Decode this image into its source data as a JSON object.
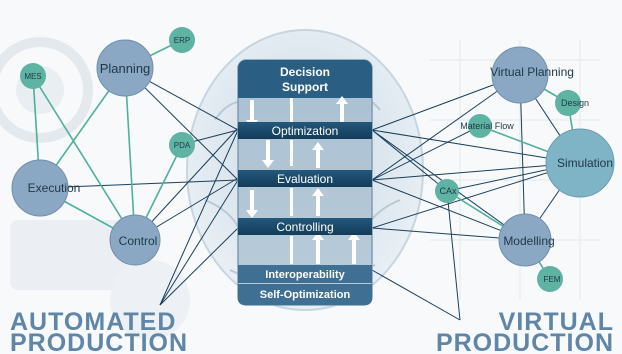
{
  "central_panel": {
    "header_line1": "Decision",
    "header_line2": "Support",
    "bars": [
      "Optimization",
      "Evaluation",
      "Controlling"
    ],
    "footer_line1": "Interoperability",
    "footer_line2": "Self-Optimization"
  },
  "left_nodes": {
    "planning": "Planning",
    "erp": "ERP",
    "mes": "MES",
    "pda": "PDA",
    "execution": "Execution",
    "control": "Control"
  },
  "right_nodes": {
    "virtual_planning": "Virtual Planning",
    "design": "Design",
    "material_flow": "Material Flow",
    "simulation": "Simulation",
    "cax": "CAx",
    "modelling": "Modelling",
    "fem": "FEM"
  },
  "titles": {
    "left_line1": "AUTOMATED",
    "left_line2": "PRODUCTION",
    "right_line1": "VIRTUAL",
    "right_line2": "PRODUCTION"
  },
  "colors": {
    "bar_dark": "#1a4a6b",
    "panel_light": "#a9bfd0",
    "node_fill": "#8aa8c4",
    "small_node_fill": "#5fb3a3",
    "sim_node_fill": "#7fb3c6",
    "title_color": "#5f86a6"
  }
}
